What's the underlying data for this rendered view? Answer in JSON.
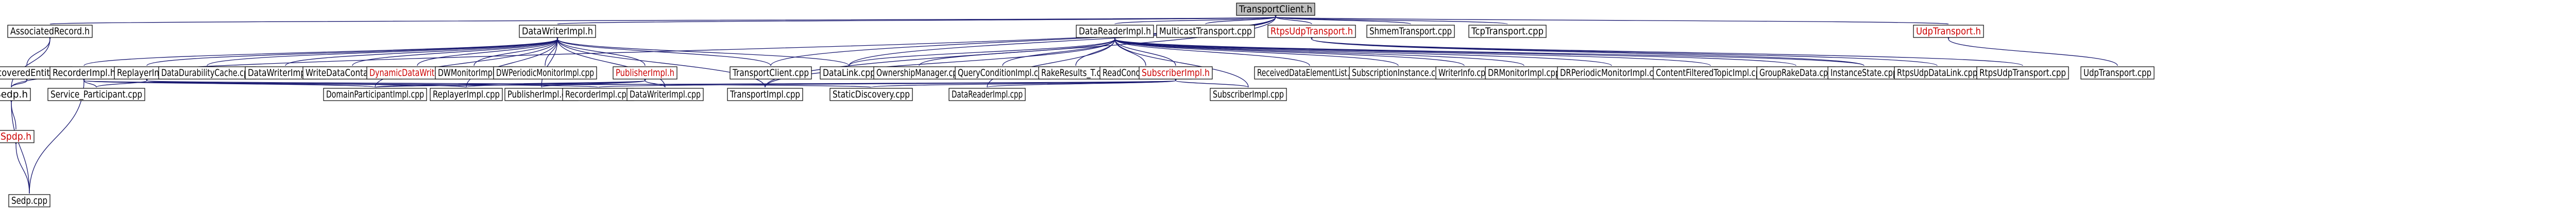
{
  "nodes": [
    {
      "id": "TransportClient_h",
      "label": "TransportClient.h",
      "style": "root"
    },
    {
      "id": "AssociatedRecord_h",
      "label": "AssociatedRecord.h",
      "style": "normal"
    },
    {
      "id": "DataWriterImpl_h",
      "label": "DataWriterImpl.h",
      "style": "normal"
    },
    {
      "id": "DataReaderImpl_h",
      "label": "DataReaderImpl.h",
      "style": "normal"
    },
    {
      "id": "MulticastTransport_cpp",
      "label": "MulticastTransport.cpp",
      "style": "normal"
    },
    {
      "id": "RtpsUdpTransport_h",
      "label": "RtpsUdpTransport.h",
      "style": "red"
    },
    {
      "id": "ShmemTransport_cpp",
      "label": "ShmemTransport.cpp",
      "style": "normal"
    },
    {
      "id": "TcpTransport_cpp",
      "label": "TcpTransport.cpp",
      "style": "normal"
    },
    {
      "id": "UdpTransport_h",
      "label": "UdpTransport.h",
      "style": "red"
    },
    {
      "id": "DiscoveredEntities_h",
      "label": "DiscoveredEntities.h",
      "style": "normal"
    },
    {
      "id": "RecorderImpl_h",
      "label": "RecorderImpl.h",
      "style": "normal"
    },
    {
      "id": "ReplayerImpl_h",
      "label": "ReplayerImpl.h",
      "style": "normal"
    },
    {
      "id": "DataDurabilityCache_cpp",
      "label": "DataDurabilityCache.cpp",
      "style": "normal"
    },
    {
      "id": "DataWriterImpl_T_h",
      "label": "DataWriterImpl_T.h",
      "style": "normal"
    },
    {
      "id": "WriteDataContainer_cpp",
      "label": "WriteDataContainer.cpp",
      "style": "normal"
    },
    {
      "id": "DynamicDataWriterImpl_h",
      "label": "DynamicDataWriterImpl.h",
      "style": "red"
    },
    {
      "id": "DWMonitorImpl_cpp",
      "label": "DWMonitorImpl.cpp",
      "style": "normal"
    },
    {
      "id": "DWPeriodicMonitorImpl_cpp",
      "label": "DWPeriodicMonitorImpl.cpp",
      "style": "normal"
    },
    {
      "id": "PublisherImpl_h",
      "label": "PublisherImpl.h",
      "style": "red"
    },
    {
      "id": "TransportClient_cpp",
      "label": "TransportClient.cpp",
      "style": "normal"
    },
    {
      "id": "DataLink_cpp",
      "label": "DataLink.cpp",
      "style": "normal"
    },
    {
      "id": "OwnershipManager_cpp",
      "label": "OwnershipManager.cpp",
      "style": "normal"
    },
    {
      "id": "QueryConditionImpl_cpp",
      "label": "QueryConditionImpl.cpp",
      "style": "normal"
    },
    {
      "id": "RakeResults_T_cpp",
      "label": "RakeResults_T.cpp",
      "style": "normal"
    },
    {
      "id": "ReadConditionImpl_cpp",
      "label": "ReadConditionImpl.cpp",
      "style": "normal"
    },
    {
      "id": "SubscriberImpl_h",
      "label": "SubscriberImpl.h",
      "style": "red"
    },
    {
      "id": "ReceivedDataElementList_cpp",
      "label": "ReceivedDataElementList.cpp",
      "style": "normal"
    },
    {
      "id": "SubscriptionInstance_cpp",
      "label": "SubscriptionInstance.cpp",
      "style": "normal"
    },
    {
      "id": "WriterInfo_cpp",
      "label": "WriterInfo.cpp",
      "style": "normal"
    },
    {
      "id": "DRMonitorImpl_cpp",
      "label": "DRMonitorImpl.cpp",
      "style": "normal"
    },
    {
      "id": "DRPeriodicMonitorImpl_cpp",
      "label": "DRPeriodicMonitorImpl.cpp",
      "style": "normal"
    },
    {
      "id": "ContentFilteredTopicImpl_cpp",
      "label": "ContentFilteredTopicImpl.cpp",
      "style": "normal"
    },
    {
      "id": "GroupRakeData_cpp",
      "label": "GroupRakeData.cpp",
      "style": "normal"
    },
    {
      "id": "InstanceState_cpp",
      "label": "InstanceState.cpp",
      "style": "normal"
    },
    {
      "id": "RtpsUdpDataLink_cpp",
      "label": "RtpsUdpDataLink.cpp",
      "style": "normal"
    },
    {
      "id": "RtpsUdpTransport_cpp",
      "label": "RtpsUdpTransport.cpp",
      "style": "normal"
    },
    {
      "id": "UdpTransport_cpp",
      "label": "UdpTransport.cpp",
      "style": "normal"
    },
    {
      "id": "Sedp_h",
      "label": "Sedp.h",
      "style": "normal"
    },
    {
      "id": "Service_Participant_cpp",
      "label": "Service_Participant.cpp",
      "style": "normal"
    },
    {
      "id": "DomainParticipantImpl_cpp",
      "label": "DomainParticipantImpl.cpp",
      "style": "normal"
    },
    {
      "id": "ReplayerImpl_cpp",
      "label": "ReplayerImpl.cpp",
      "style": "normal"
    },
    {
      "id": "PublisherImpl_cpp",
      "label": "PublisherImpl.cpp",
      "style": "normal"
    },
    {
      "id": "RecorderImpl_cpp",
      "label": "RecorderImpl.cpp",
      "style": "normal"
    },
    {
      "id": "DataWriterImpl_cpp",
      "label": "DataWriterImpl.cpp",
      "style": "normal"
    },
    {
      "id": "TransportImpl_cpp",
      "label": "TransportImpl.cpp",
      "style": "normal"
    },
    {
      "id": "StaticDiscovery_cpp",
      "label": "StaticDiscovery.cpp",
      "style": "normal"
    },
    {
      "id": "DataReaderImpl_cpp",
      "label": "DataReaderImpl.cpp",
      "style": "normal"
    },
    {
      "id": "SubscriberImpl_cpp",
      "label": "SubscriberImpl.cpp",
      "style": "normal"
    },
    {
      "id": "Spdp_h",
      "label": "Spdp.h",
      "style": "red"
    },
    {
      "id": "Sedp_cpp",
      "label": "Sedp.cpp",
      "style": "normal"
    }
  ],
  "edges": [
    [
      "TransportClient_h",
      "AssociatedRecord_h"
    ],
    [
      "TransportClient_h",
      "DataWriterImpl_h"
    ],
    [
      "TransportClient_h",
      "DataReaderImpl_h"
    ],
    [
      "TransportClient_h",
      "MulticastTransport_cpp"
    ],
    [
      "TransportClient_h",
      "RtpsUdpTransport_h"
    ],
    [
      "TransportClient_h",
      "ShmemTransport_cpp"
    ],
    [
      "TransportClient_h",
      "TcpTransport_cpp"
    ],
    [
      "TransportClient_h",
      "UdpTransport_h"
    ],
    [
      "TransportClient_h",
      "TransportClient_cpp"
    ],
    [
      "TransportClient_h",
      "DataLink_cpp"
    ],
    [
      "TransportClient_h",
      "TransportImpl_cpp"
    ],
    [
      "TransportClient_h",
      "Sedp_h"
    ],
    [
      "AssociatedRecord_h",
      "DiscoveredEntities_h"
    ],
    [
      "AssociatedRecord_h",
      "Sedp_h"
    ],
    [
      "DiscoveredEntities_h",
      "Sedp_h"
    ],
    [
      "Sedp_h",
      "Spdp_h"
    ],
    [
      "Sedp_h",
      "Sedp_cpp"
    ],
    [
      "Spdp_h",
      "Sedp_cpp"
    ],
    [
      "RecorderImpl_h",
      "Service_Participant_cpp"
    ],
    [
      "RecorderImpl_h",
      "DomainParticipantImpl_cpp"
    ],
    [
      "RecorderImpl_h",
      "RecorderImpl_cpp"
    ],
    [
      "RecorderImpl_h",
      "Sedp_cpp"
    ],
    [
      "ReplayerImpl_h",
      "Service_Participant_cpp"
    ],
    [
      "ReplayerImpl_h",
      "DomainParticipantImpl_cpp"
    ],
    [
      "ReplayerImpl_h",
      "ReplayerImpl_cpp"
    ],
    [
      "ReplayerImpl_h",
      "StaticDiscovery_cpp"
    ],
    [
      "DataWriterImpl_h",
      "RecorderImpl_h"
    ],
    [
      "DataWriterImpl_h",
      "ReplayerImpl_h"
    ],
    [
      "DataWriterImpl_h",
      "DataDurabilityCache_cpp"
    ],
    [
      "DataWriterImpl_h",
      "DataWriterImpl_T_h"
    ],
    [
      "DataWriterImpl_h",
      "WriteDataContainer_cpp"
    ],
    [
      "DataWriterImpl_h",
      "DynamicDataWriterImpl_h"
    ],
    [
      "DataWriterImpl_h",
      "DWMonitorImpl_cpp"
    ],
    [
      "DataWriterImpl_h",
      "DWPeriodicMonitorImpl_cpp"
    ],
    [
      "DataWriterImpl_h",
      "PublisherImpl_h"
    ],
    [
      "DataWriterImpl_h",
      "TransportClient_cpp"
    ],
    [
      "DataWriterImpl_h",
      "DataLink_cpp"
    ],
    [
      "DataWriterImpl_h",
      "DomainParticipantImpl_cpp"
    ],
    [
      "DataWriterImpl_h",
      "PublisherImpl_cpp"
    ],
    [
      "DataWriterImpl_h",
      "ReplayerImpl_cpp"
    ],
    [
      "DataWriterImpl_h",
      "DataWriterImpl_cpp"
    ],
    [
      "DataWriterImpl_h",
      "TransportImpl_cpp"
    ],
    [
      "PublisherImpl_h",
      "DomainParticipantImpl_cpp"
    ],
    [
      "PublisherImpl_h",
      "ReplayerImpl_cpp"
    ],
    [
      "PublisherImpl_h",
      "PublisherImpl_cpp"
    ],
    [
      "PublisherImpl_h",
      "DataWriterImpl_cpp"
    ],
    [
      "DataReaderImpl_h",
      "DataLink_cpp"
    ],
    [
      "DataReaderImpl_h",
      "OwnershipManager_cpp"
    ],
    [
      "DataReaderImpl_h",
      "QueryConditionImpl_cpp"
    ],
    [
      "DataReaderImpl_h",
      "RakeResults_T_cpp"
    ],
    [
      "DataReaderImpl_h",
      "ReadConditionImpl_cpp"
    ],
    [
      "DataReaderImpl_h",
      "SubscriberImpl_h"
    ],
    [
      "DataReaderImpl_h",
      "ReceivedDataElementList_cpp"
    ],
    [
      "DataReaderImpl_h",
      "SubscriptionInstance_cpp"
    ],
    [
      "DataReaderImpl_h",
      "WriterInfo_cpp"
    ],
    [
      "DataReaderImpl_h",
      "DRMonitorImpl_cpp"
    ],
    [
      "DataReaderImpl_h",
      "DRPeriodicMonitorImpl_cpp"
    ],
    [
      "DataReaderImpl_h",
      "ContentFilteredTopicImpl_cpp"
    ],
    [
      "DataReaderImpl_h",
      "GroupRakeData_cpp"
    ],
    [
      "DataReaderImpl_h",
      "InstanceState_cpp"
    ],
    [
      "DataReaderImpl_h",
      "TransportImpl_cpp"
    ],
    [
      "DataReaderImpl_h",
      "DataReaderImpl_cpp"
    ],
    [
      "DataReaderImpl_h",
      "SubscriberImpl_cpp"
    ],
    [
      "SubscriberImpl_h",
      "DomainParticipantImpl_cpp"
    ],
    [
      "SubscriberImpl_h",
      "RecorderImpl_cpp"
    ],
    [
      "SubscriberImpl_h",
      "StaticDiscovery_cpp"
    ],
    [
      "SubscriberImpl_h",
      "DataReaderImpl_cpp"
    ],
    [
      "SubscriberImpl_h",
      "SubscriberImpl_cpp"
    ],
    [
      "RtpsUdpTransport_h",
      "RtpsUdpDataLink_cpp"
    ],
    [
      "RtpsUdpTransport_h",
      "RtpsUdpTransport_cpp"
    ],
    [
      "RtpsUdpTransport_h",
      "InstanceState_cpp"
    ],
    [
      "UdpTransport_h",
      "UdpTransport_cpp"
    ]
  ]
}
